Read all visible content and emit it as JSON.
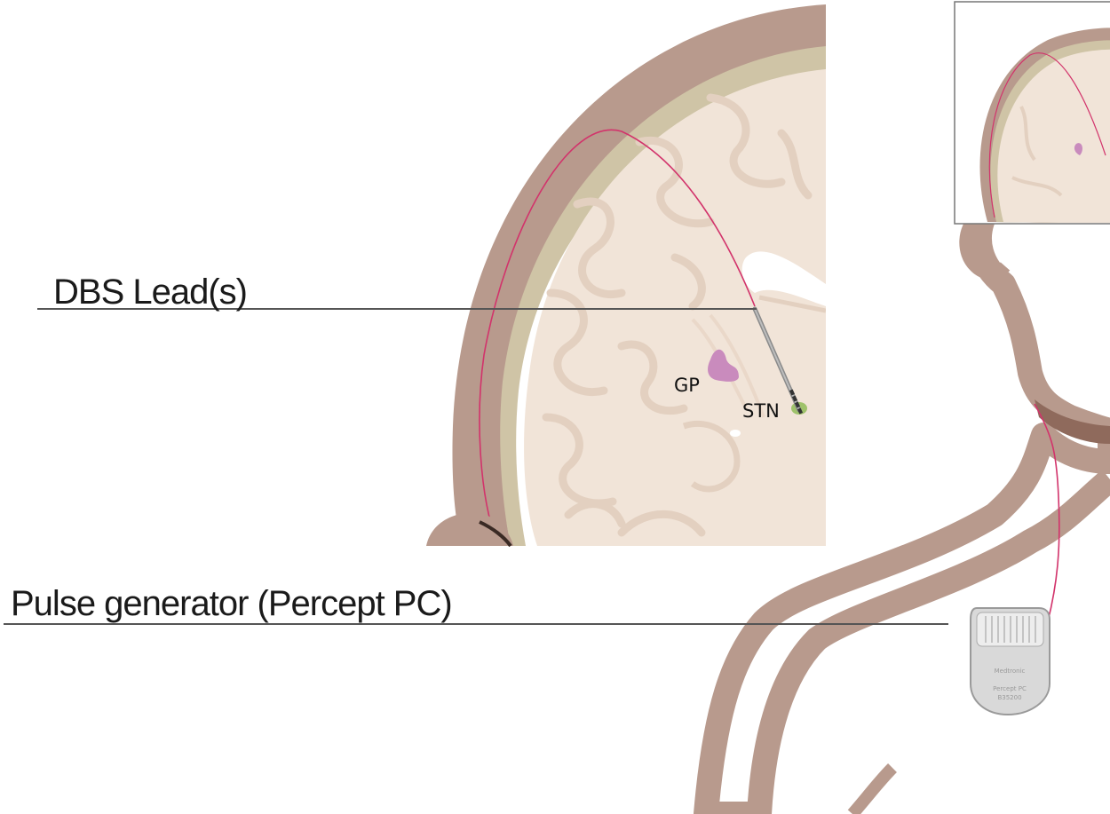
{
  "labels": {
    "dbs_lead": "DBS Lead(s)",
    "pulse_generator": "Pulse generator (Percept PC)",
    "gp": "GP",
    "stn": "STN"
  },
  "device": {
    "brand": "Medtronic",
    "model": "Percept PC",
    "model_number": "B35200"
  },
  "colors": {
    "skull": "#b89a8d",
    "meninges": "#cfc4a6",
    "brain": "#f1e4d8",
    "brain_fold": "#e3d0c0",
    "lead_wire": "#d2336b",
    "gp": "#c98bbd",
    "stn": "#9fc26b",
    "body": "#b89a8d",
    "device": "#d9d9d9"
  }
}
